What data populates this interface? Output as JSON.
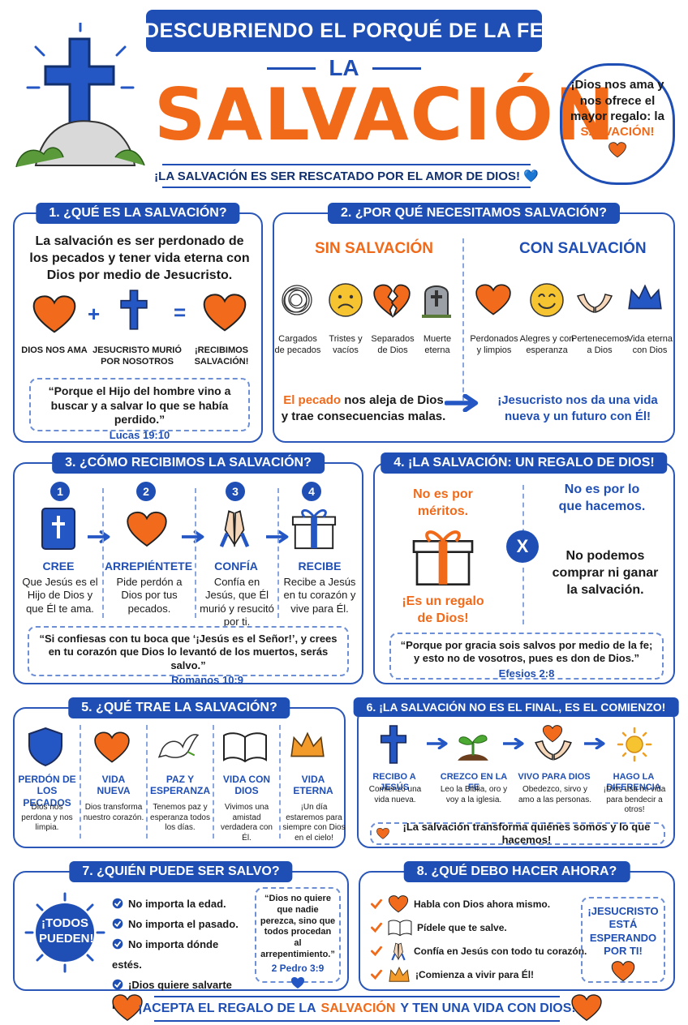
{
  "header": {
    "kicker": "DESCUBRIENDO EL PORQUÉ DE LA FE",
    "la": "LA",
    "title": "SALVACIÓN",
    "subtitle": "¡LA SALVACIÓN ES SER RESCATADO POR EL AMOR DE DIOS! 💙",
    "cloud_text": "¡Dios nos ama y nos ofrece el mayor regalo: la",
    "cloud_highlight": "SALVACIÓN!"
  },
  "s1": {
    "title": "1. ¿QUÉ ES LA SALVACIÓN?",
    "intro": "La salvación es ser perdonado de los pecados y tener vida eterna con Dios por medio de Jesucristo.",
    "items": [
      "DIOS NOS AMA",
      "JESUCRISTO MURIÓ POR NOSOTROS",
      "¡RECIBIMOS SALVACIÓN!"
    ],
    "quote": "“Porque el Hijo del hombre vino a buscar y a salvar lo que se había perdido.”",
    "ref": "Lucas 19:10"
  },
  "s2": {
    "title": "2. ¿POR QUÉ NECESITAMOS SALVACIÓN?",
    "without_title": "SIN SALVACIÓN",
    "with_title": "CON SALVACIÓN",
    "without": [
      "Cargados de pecados",
      "Tristes y vacíos",
      "Separados de Dios",
      "Muerte eterna"
    ],
    "with": [
      "Perdonados y limpios",
      "Alegres y con esperanza",
      "Pertenecemos a Dios",
      "Vida eterna con Dios"
    ],
    "sin_word": "El pecado",
    "sin_rest": "nos aleja de Dios y trae consecuencias malas.",
    "jesus_text": "¡Jesucristo nos da una vida nueva y un futuro con Él!"
  },
  "s3": {
    "title": "3. ¿CÓMO RECIBIMOS LA SALVACIÓN?",
    "steps": [
      {
        "num": "1",
        "label": "CREE",
        "text": "Que Jesús es el Hijo de Dios y que Él te ama."
      },
      {
        "num": "2",
        "label": "ARREPIÉNTETE",
        "text": "Pide perdón a Dios por tus pecados."
      },
      {
        "num": "3",
        "label": "CONFÍA",
        "text": "Confía en Jesús, que Él murió y resucitó por ti."
      },
      {
        "num": "4",
        "label": "RECIBE",
        "text": "Recibe a Jesús en tu corazón y vive para Él."
      }
    ],
    "quote": "“Si confiesas con tu boca que ‘¡Jesús es el Señor!’, y crees en tu corazón que Dios lo levantó de los muertos, serás salvo.”",
    "ref": "Romanos 10:9"
  },
  "s4": {
    "title": "4. ¡LA SALVACIÓN: UN REGALO DE DIOS!",
    "left_top": "No es por méritos.",
    "left_bottom": "¡Es un regalo de Dios!",
    "x": "X",
    "right_top": "No es por lo que hacemos.",
    "right_bottom": "No podemos comprar ni ganar la salvación.",
    "quote": "“Porque por gracia sois salvos por medio de la fe; y esto no de vosotros, pues es don de Dios.”",
    "ref": "Efesios 2:8"
  },
  "s5": {
    "title": "5. ¿QUÉ TRAE LA SALVACIÓN?",
    "items": [
      {
        "label": "PERDÓN DE LOS PECADOS",
        "text": "Dios nos perdona y nos limpia."
      },
      {
        "label": "VIDA NUEVA",
        "text": "Dios transforma nuestro corazón."
      },
      {
        "label": "PAZ Y ESPERANZA",
        "text": "Tenemos paz y esperanza todos los días."
      },
      {
        "label": "VIDA CON DIOS",
        "text": "Vivimos una amistad verdadera con Él."
      },
      {
        "label": "VIDA ETERNA",
        "text": "¡Un día estaremos para siempre con Dios en el cielo!"
      }
    ]
  },
  "s6": {
    "title": "6. ¡LA SALVACIÓN NO ES EL FINAL, ES EL COMIENZO!",
    "items": [
      {
        "label": "RECIBO A JESÚS",
        "text": "Comienzo una vida nueva."
      },
      {
        "label": "CREZCO EN LA FE",
        "text": "Leo la Biblia, oro y voy a la iglesia."
      },
      {
        "label": "VIVO PARA DIOS",
        "text": "Obedezco, sirvo y amo a las personas."
      },
      {
        "label": "HAGO LA DIFERENCIA",
        "text": "¡Dios usa mi vida para bendecir a otros!"
      }
    ],
    "banner": "¡La salvación transforma quiénes somos y lo que hacemos!"
  },
  "s7": {
    "title": "7. ¿QUIÉN PUEDE SER SALVO?",
    "badge": "¡TODOS PUEDEN!",
    "list": [
      "No importa la edad.",
      "No importa el pasado.",
      "No importa dónde estés.",
      "¡Dios quiere salvarte HOY!"
    ],
    "quote": "“Dios no quiere que nadie perezca, sino que todos procedan al arrepentimiento.”",
    "ref": "2 Pedro 3:9"
  },
  "s8": {
    "title": "8. ¿QUÉ DEBO HACER AHORA?",
    "list": [
      "Habla con Dios ahora mismo.",
      "Pídele que te salve.",
      "Confía en Jesús con todo tu corazón.",
      "¡Comienza a vivir para Él!"
    ],
    "side": "¡JESUCRISTO ESTÁ ESPERANDO POR TI!"
  },
  "footer": {
    "pre": "¡ACEPTA EL REGALO DE LA",
    "highlight": "SALVACIÓN",
    "post": "Y TEN UNA VIDA CON DIOS!"
  },
  "colors": {
    "blue": "#1f4fb4",
    "orange": "#f06a1a"
  }
}
